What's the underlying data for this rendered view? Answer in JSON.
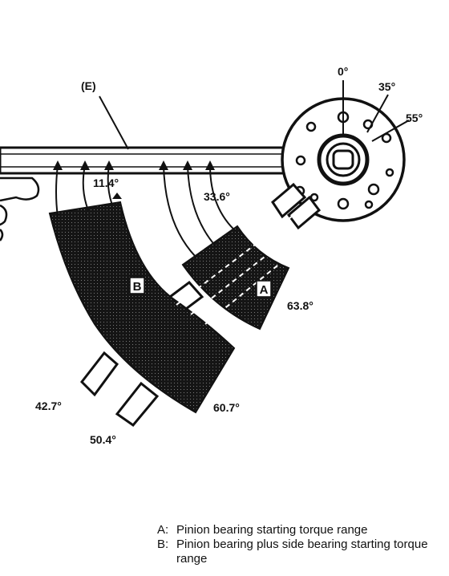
{
  "diagram": {
    "label_e": "(E)",
    "angles": {
      "a0": "0°",
      "a35": "35°",
      "a55": "55°",
      "a11": "11.4°",
      "a33": "33.6°",
      "a63": "63.8°",
      "a42": "42.7°",
      "a60": "60.7°",
      "a50": "50.4°"
    },
    "zone_a": "A",
    "zone_b": "B"
  },
  "legend": [
    {
      "key": "A:",
      "text": "Pinion bearing starting torque range"
    },
    {
      "key": "B:",
      "text": "Pinion bearing plus side bearing starting torque range"
    }
  ]
}
